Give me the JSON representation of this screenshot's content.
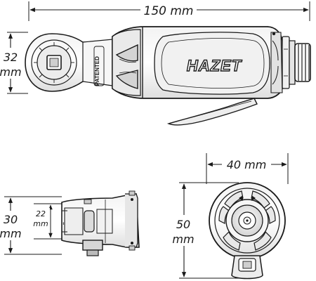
{
  "dimensions": {
    "overall_length": "150 mm",
    "head_height_value": "32",
    "head_height_unit": "mm",
    "front_width": "40 mm",
    "front_height_value": "50",
    "front_height_unit": "mm",
    "side_height_value": "30",
    "side_height_unit": "mm",
    "square_drive_value": "22",
    "square_drive_unit": "mm"
  },
  "tool": {
    "brand_logo": "HAZET",
    "head_marking": "PATENTED"
  }
}
